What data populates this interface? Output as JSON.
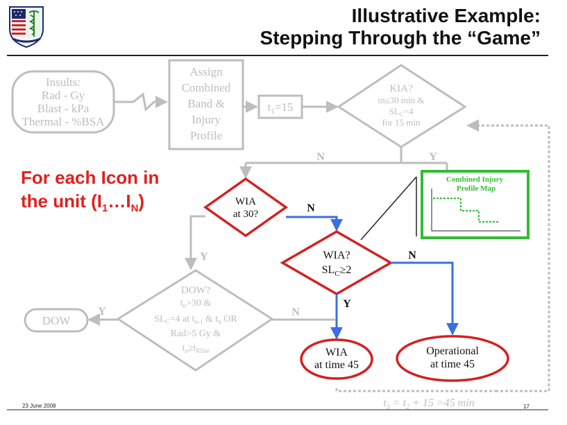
{
  "title_line1": "Illustrative Example:",
  "title_line2": "Stepping Through the “Game”",
  "logo_icon": "army-medical-crest-icon",
  "for_each_line1": "For each Icon in",
  "for_each_line2": "the unit (I",
  "for_each_sub1": "1",
  "for_each_mid": "…I",
  "for_each_subN": "N",
  "for_each_end": ")",
  "insults": {
    "l1": "Insults:",
    "l2": "Rad - Gy",
    "l3": "Blast - kPa",
    "l4": "Thermal - %BSA"
  },
  "assign": {
    "l1": "Assign",
    "l2": "Combined",
    "l3": "Band &",
    "l4": "Injury",
    "l5": "Profile"
  },
  "t1": {
    "t": "t",
    "sub": "1",
    "rest": "=15"
  },
  "kia": {
    "l1": "KIA?",
    "l2": "tn≤30 min &",
    "l3a": "SL",
    "l3sub": "C",
    "l3b": "=4",
    "l4": "for 15 min"
  },
  "branch": {
    "n": "N",
    "y": "Y"
  },
  "wia30": {
    "l1": "WIA",
    "l2": "at 30?"
  },
  "wia2": {
    "l1": "WIA?",
    "l2a": "SL",
    "l2sub": "C",
    "l2b": "≥2"
  },
  "map": {
    "title1": "Combined Injury",
    "title2": "Profile Map"
  },
  "dow": {
    "l1": "DOW?",
    "l2a": "t",
    "l2sub": "n",
    "l2b": ">30 &",
    "l3a": "SL",
    "l3sub": "C",
    "l3b": "=4 at t",
    "l3sub2": "n-1",
    "l3c": " & t",
    "l3sub3": "n",
    "l3d": " OR",
    "l4": "Rad>5 Gy &",
    "l5a": "t",
    "l5sub": "n",
    "l5b": "≥t",
    "l5sub2": "RDie"
  },
  "dow_end": "DOW",
  "wia45": {
    "l1": "WIA",
    "l2": "at time 45"
  },
  "oper45": {
    "l1": "Operational",
    "l2": "at time 45"
  },
  "t3": {
    "a": "t",
    "asub": "3",
    "b": " = t",
    "bsub": "2",
    "c": " + 15 =45 min"
  },
  "date": "23 June  2008",
  "page": "17",
  "colors": {
    "gray": "#bdbdbd",
    "red": "#d42020",
    "blue": "#3a6fe0",
    "green": "#33bb33",
    "title_red": "#e02020"
  }
}
